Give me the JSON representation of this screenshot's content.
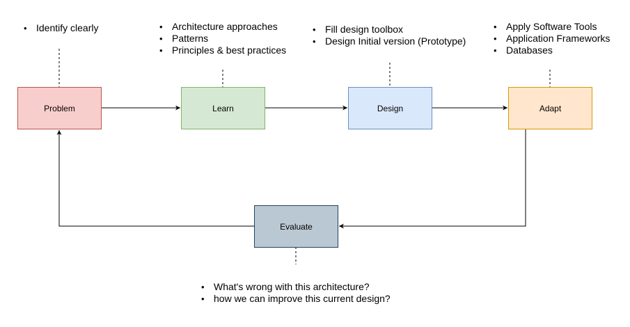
{
  "nodes": {
    "problem": {
      "label": "Problem",
      "fill": "#f8cecc",
      "stroke": "#b85450"
    },
    "learn": {
      "label": "Learn",
      "fill": "#d5e8d4",
      "stroke": "#82b366"
    },
    "design": {
      "label": "Design",
      "fill": "#dae8fc",
      "stroke": "#6c8ebf"
    },
    "adapt": {
      "label": "Adapt",
      "fill": "#ffe6cc",
      "stroke": "#d79b00"
    },
    "evaluate": {
      "label": "Evaluate",
      "fill": "#bac8d3",
      "stroke": "#23445d"
    }
  },
  "notes": {
    "problem": [
      "Identify clearly"
    ],
    "learn": [
      "Architecture approaches",
      "Patterns",
      "Principles & best practices"
    ],
    "design": [
      "Fill design toolbox",
      "Design Initial version (Prototype)"
    ],
    "adapt": [
      "Apply Software Tools",
      "Application Frameworks",
      "Databases"
    ],
    "evaluate": [
      "What's wrong with this architecture?",
      "how we can improve this current design?"
    ]
  }
}
